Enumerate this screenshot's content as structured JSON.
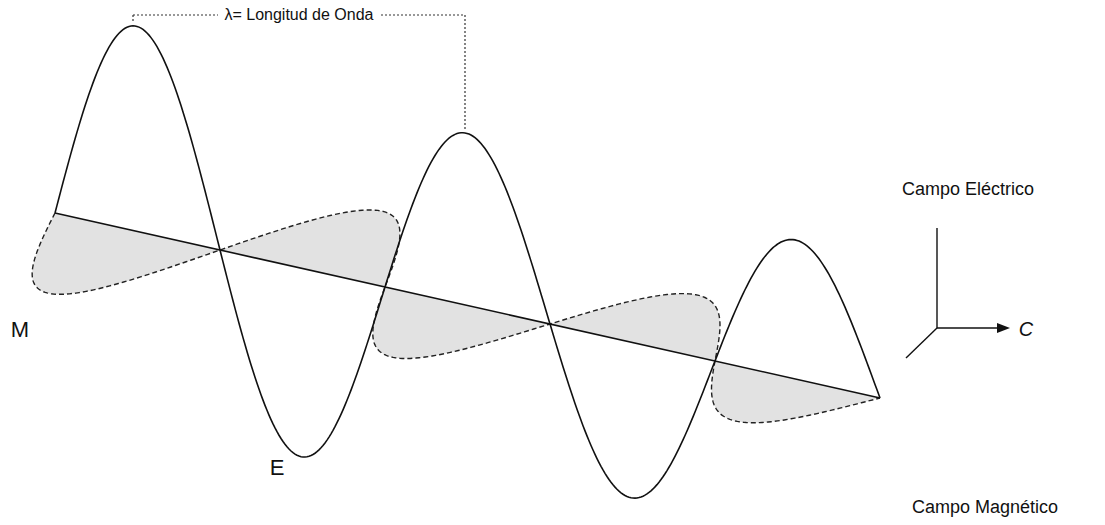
{
  "diagram": {
    "labels": [
      "λ= Longitud de Onda",
      "Campo Eléctrico",
      "M",
      "E",
      "C",
      "Campo Magnético"
    ]
  }
}
